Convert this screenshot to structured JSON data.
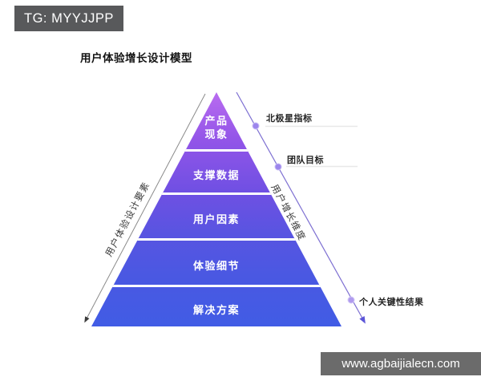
{
  "badge": {
    "text": "TG: MYYJJPP"
  },
  "title": "用户体验增长设计模型",
  "pyramid": {
    "levels": [
      {
        "label": "产品现象",
        "line1": "产品",
        "line2": "现象"
      },
      {
        "label": "支撑数据"
      },
      {
        "label": "用户因素"
      },
      {
        "label": "体验细节"
      },
      {
        "label": "解决方案"
      }
    ],
    "left_axis_label": "用户体验设计要素",
    "right_axis_label": "用户增长维度"
  },
  "annotations": [
    {
      "label": "北极星指标"
    },
    {
      "label": "团队目标"
    },
    {
      "label": "个人关键性结果"
    }
  ],
  "watermark": {
    "text": "www.agbaijialecn.com"
  },
  "colors": {
    "pyramid_gradient_top": "#b96cf0",
    "pyramid_gradient_bottom": "#415ce5",
    "badge_background": "#58595b",
    "watermark_background": "#6b6b6b",
    "left_axis_line": "#8a8a8a",
    "right_axis_line": "#7e70d2",
    "marker_dot": "#9c86ec",
    "annotation_underline": "#e8e8e8"
  }
}
